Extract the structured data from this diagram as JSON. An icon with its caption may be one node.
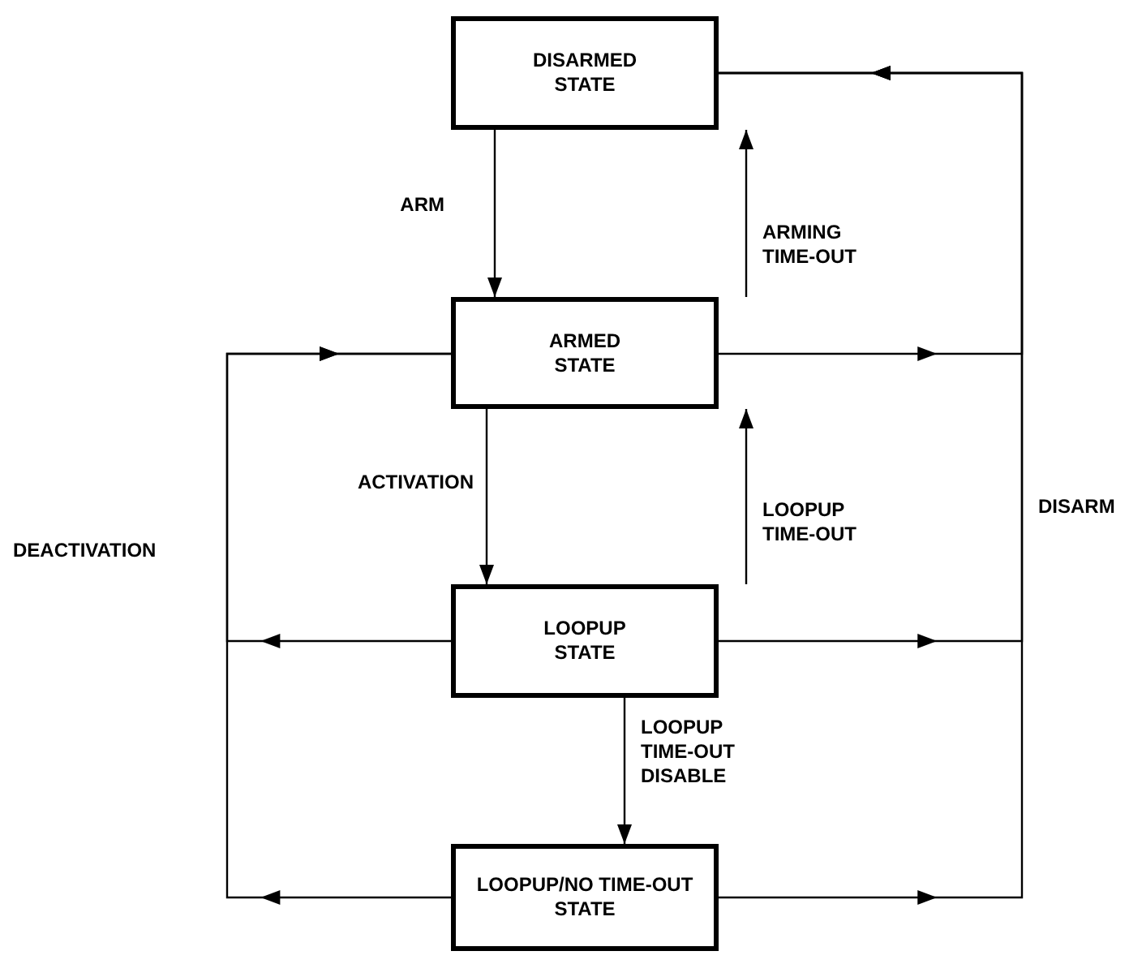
{
  "diagram": {
    "nodes": [
      {
        "text": [
          "DISARMED STATE"
        ]
      },
      {
        "text": [
          "ARMED STATE"
        ]
      },
      {
        "text": [
          "LOOPUP STATE"
        ]
      },
      {
        "text": [
          "LOOPUP/NO TIME-OUT STATE"
        ]
      }
    ],
    "edges": [
      {
        "from": 0,
        "to": 1,
        "arrow": "to",
        "label": "ARM"
      },
      {
        "from": 1,
        "to": 0,
        "arrow": "to",
        "label": "ARMING TIME-OUT"
      },
      {
        "from": 1,
        "to": 2,
        "arrow": "to",
        "label": "ACTIVATION"
      },
      {
        "from": 2,
        "to": 1,
        "arrow": "to",
        "label": "LOOPUP TIME-OUT"
      },
      {
        "from": 2,
        "to": 3,
        "arrow": "to",
        "label": "LOOPUP TIME-OUT DISABLE"
      },
      {
        "from": 1,
        "to": 0,
        "arrow": "to"
      },
      {
        "from": 2,
        "to": 0,
        "arrow": "to",
        "label": "DISARM"
      },
      {
        "from": 3,
        "to": 0,
        "arrow": "to"
      },
      {
        "from": 2,
        "to": 1,
        "arrow": "to",
        "label": "DEACTIVATION"
      },
      {
        "from": 3,
        "to": 1,
        "arrow": "to"
      }
    ]
  }
}
